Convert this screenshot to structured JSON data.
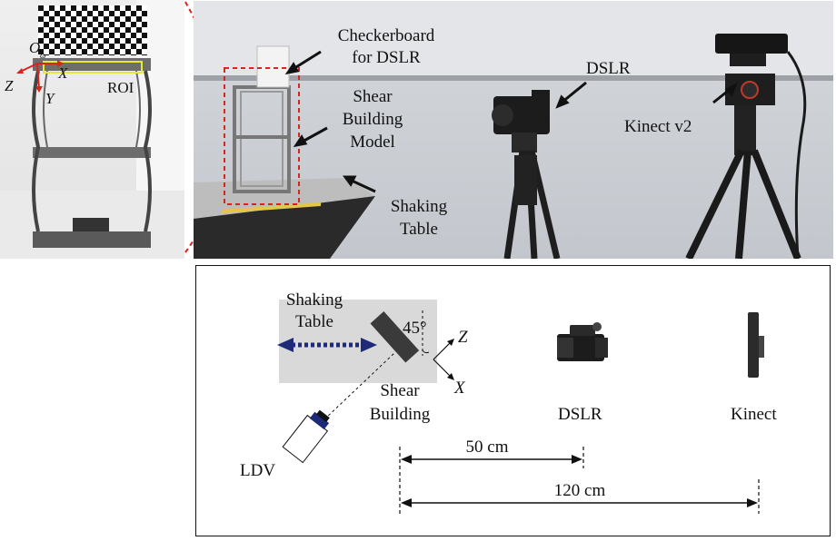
{
  "left_photo": {
    "origin_label": "O",
    "origin_sub": "ω",
    "x_axis": "X",
    "y_axis": "Y",
    "z_axis": "Z",
    "roi_label": "ROI"
  },
  "right_photo": {
    "checkerboard_label_line1": "Checkerboard",
    "checkerboard_label_line2": "for DSLR",
    "shear_label_line1": "Shear",
    "shear_label_line2": "Building",
    "shear_label_line3": "Model",
    "shaking_label_line1": "Shaking",
    "shaking_label_line2": "Table",
    "dslr_label": "DSLR",
    "kinect_label": "Kinect v2"
  },
  "diagram": {
    "shaking_line1": "Shaking",
    "shaking_line2": "Table",
    "angle_label": "45°",
    "z_axis": "Z",
    "x_axis": "X",
    "shear_line1": "Shear",
    "shear_line2": "Building",
    "ldv_label": "LDV",
    "dslr_label": "DSLR",
    "kinect_label": "Kinect",
    "dist_short": "50 cm",
    "dist_long": "120 cm"
  },
  "colors": {
    "arrow_blue": "#1e2a78",
    "guide_red": "#d8241c",
    "roi_yellow": "#e8e63a",
    "table_gray": "#d9d9d9"
  }
}
